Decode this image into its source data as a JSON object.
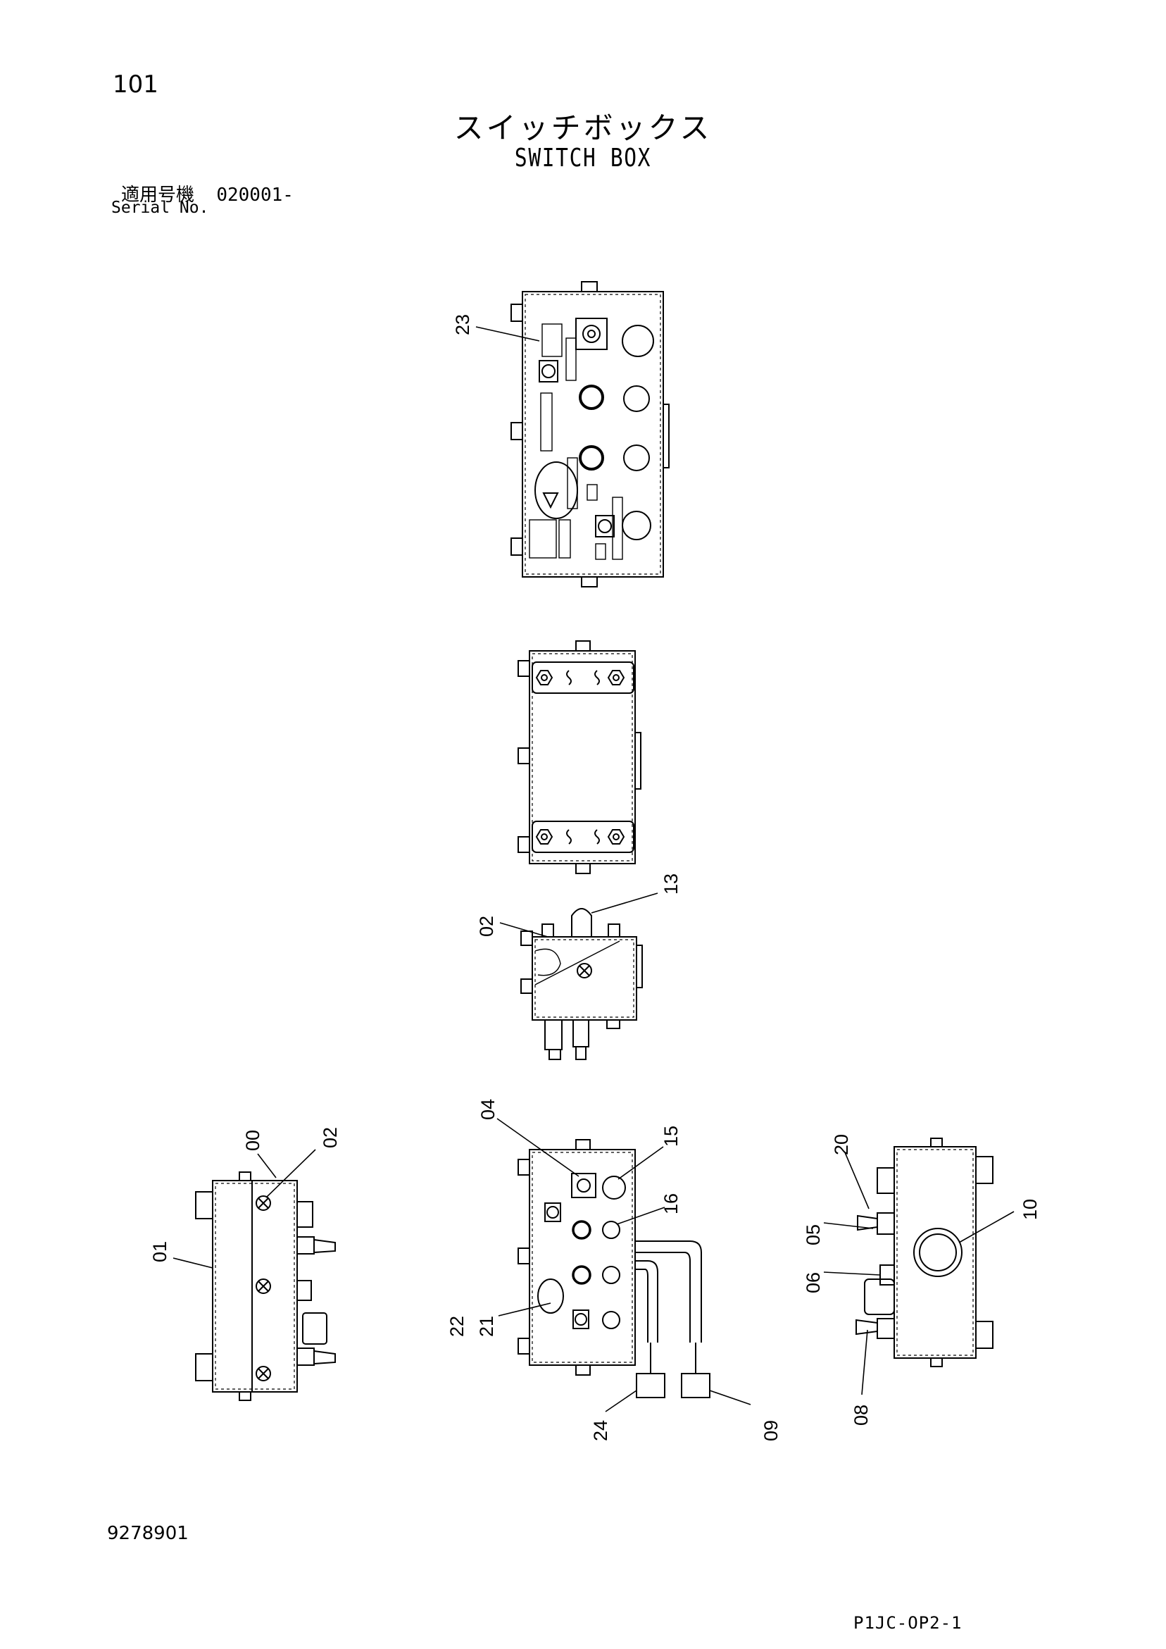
{
  "header": {
    "page_number": "101",
    "title_jp": "スイッチボックス",
    "title_en": "SWITCH BOX",
    "serial_label_jp": "適用号機",
    "serial_range": "020001-",
    "serial_label_en": "Serial No."
  },
  "footer": {
    "doc_number": "9278901",
    "page_code": "P1JC-OP2-1"
  },
  "callouts": {
    "c00": "00",
    "c01": "01",
    "c02a": "02",
    "c02b": "02",
    "c04": "04",
    "c05": "05",
    "c06": "06",
    "c08": "08",
    "c09": "09",
    "c10": "10",
    "c13": "13",
    "c15": "15",
    "c16": "16",
    "c20": "20",
    "c21": "21",
    "c22": "22",
    "c23": "23",
    "c24": "24"
  }
}
